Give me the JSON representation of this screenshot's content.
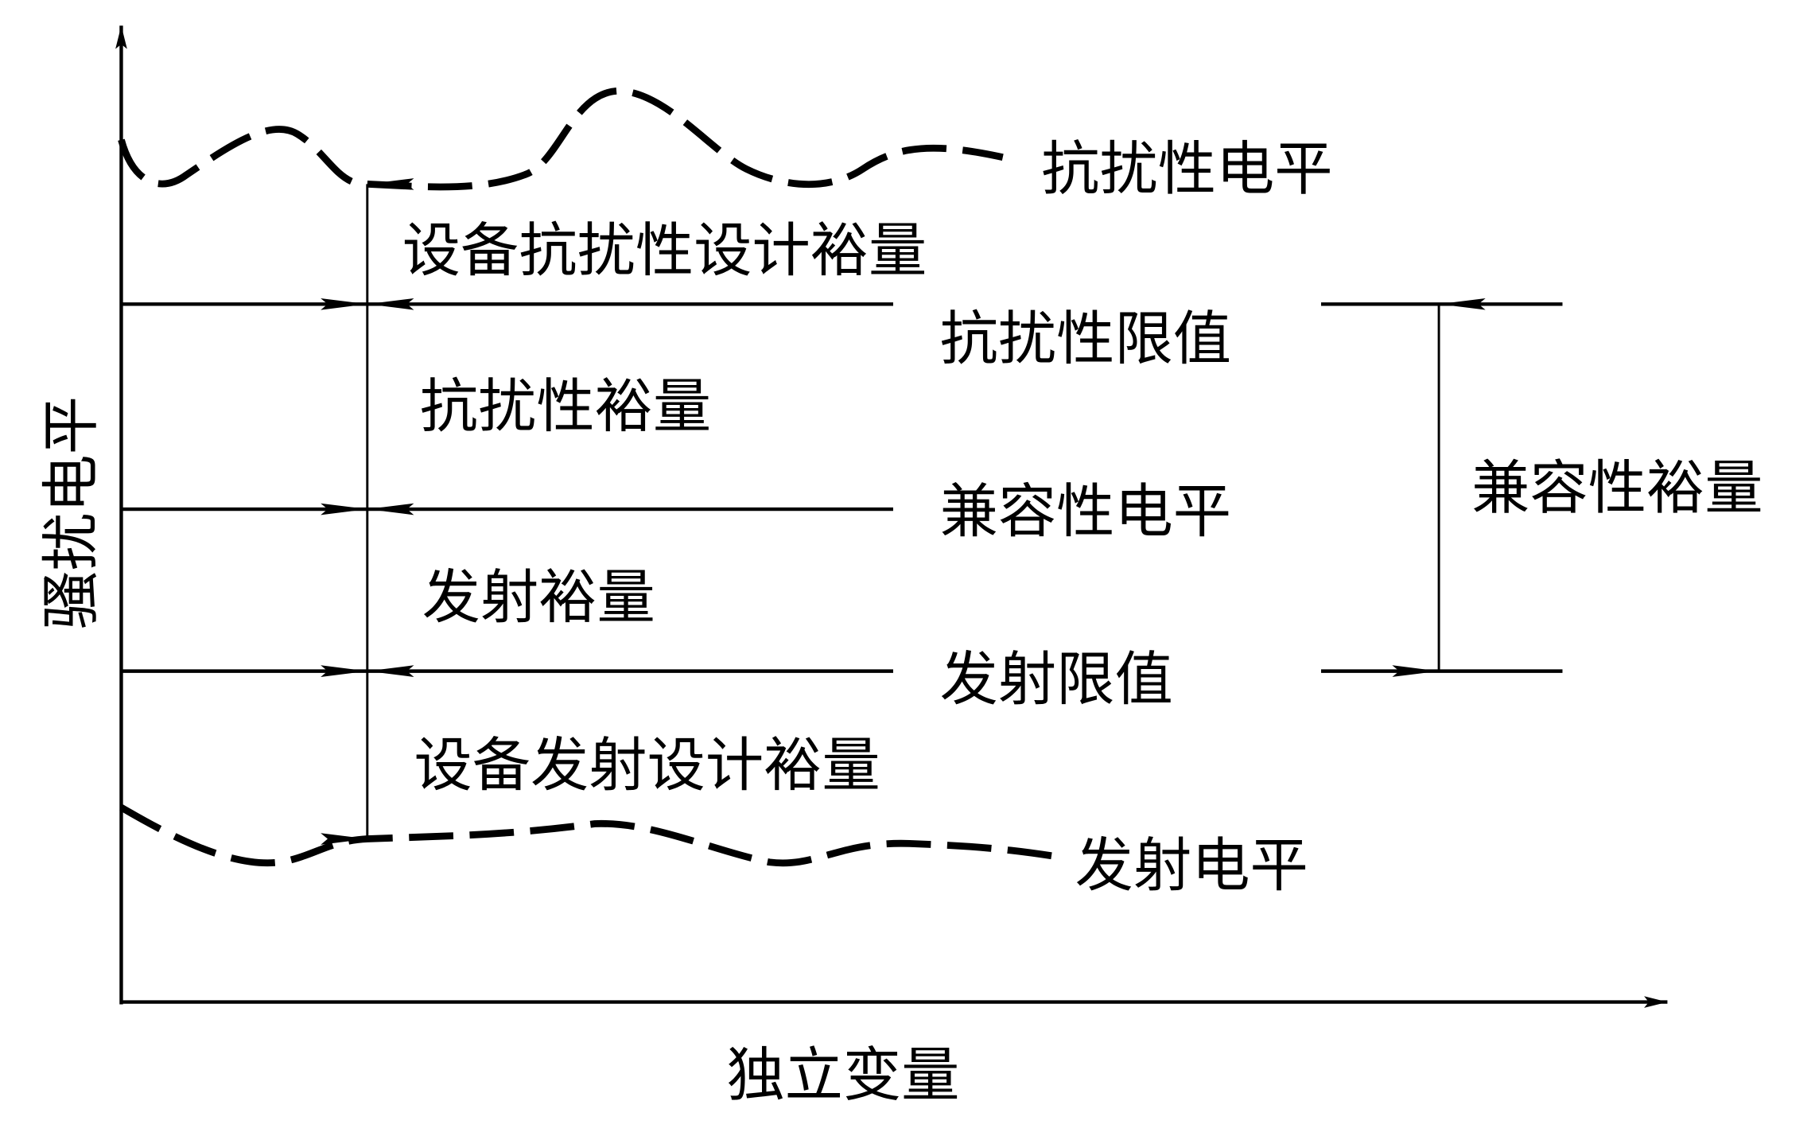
{
  "diagram": {
    "y_axis_label": "骚扰电平",
    "x_axis_label": "独立变量",
    "curves": {
      "immunity_level": "抗扰性电平",
      "emission_level": "发射电平"
    },
    "levels": {
      "immunity_limit": "抗扰性限值",
      "compatibility_level": "兼容性电平",
      "emission_limit": "发射限值"
    },
    "margins": {
      "equipment_immunity_design_margin": "设备抗扰性设计裕量",
      "immunity_margin": "抗扰性裕量",
      "emission_margin": "发射裕量",
      "equipment_emission_design_margin": "设备发射设计裕量",
      "compatibility_margin": "兼容性裕量"
    },
    "colors": {
      "ink": "#000000",
      "background": "#ffffff"
    }
  }
}
